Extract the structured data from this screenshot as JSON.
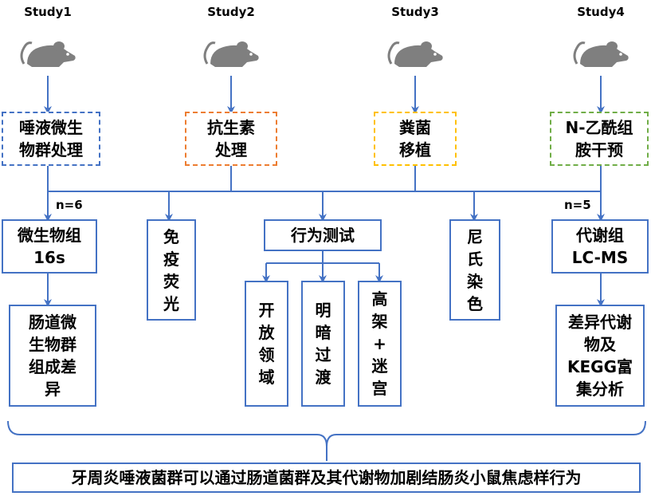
{
  "studies": [
    {
      "label": "Study1",
      "treatment": "唾液微生物群处理",
      "treatment_lines": [
        "唾液微生",
        "物群处理"
      ],
      "border": "#4472c4"
    },
    {
      "label": "Study2",
      "treatment": "抗生素处理",
      "treatment_lines": [
        "抗生素",
        "处理"
      ],
      "border": "#ed7d31"
    },
    {
      "label": "Study3",
      "treatment": "粪菌移植",
      "treatment_lines": [
        "粪菌",
        "移植"
      ],
      "border": "#ffc000"
    },
    {
      "label": "Study4",
      "treatment": "N-乙酰组胺干预",
      "treatment_lines": [
        "N-乙酰组",
        "胺干预"
      ],
      "border": "#70ad47"
    }
  ],
  "n_labels": {
    "left": "n=6",
    "right": "n=5"
  },
  "analyses": {
    "microbiome": {
      "lines": [
        "微生物组",
        "16s"
      ]
    },
    "microbiome_result": {
      "lines": [
        "肠道微",
        "生物群",
        "组成差",
        "异"
      ]
    },
    "immunofluorescence": {
      "chars": [
        "免",
        "疫",
        "荧",
        "光"
      ]
    },
    "behavior": {
      "title": "行为测试"
    },
    "open_field": {
      "chars": [
        "开",
        "放",
        "领",
        "域"
      ]
    },
    "light_dark": {
      "chars": [
        "明",
        "暗",
        "过",
        "渡"
      ]
    },
    "elevated_maze": {
      "chars": [
        "高",
        "架",
        "+",
        "迷",
        "宫"
      ]
    },
    "nissl": {
      "chars": [
        "尼",
        "氏",
        "染",
        "色"
      ]
    },
    "metabolome": {
      "lines": [
        "代谢组",
        "LC-MS"
      ]
    },
    "metabolome_result": {
      "lines": [
        "差异代谢",
        "物及",
        "KEGG富",
        "集分析"
      ]
    }
  },
  "conclusion": "牙周炎唾液菌群可以通过肠道菌群及其代谢物加剧结肠炎小鼠焦虑样行为",
  "colors": {
    "line": "#4472c4",
    "mouse": "#7f7f7f"
  }
}
